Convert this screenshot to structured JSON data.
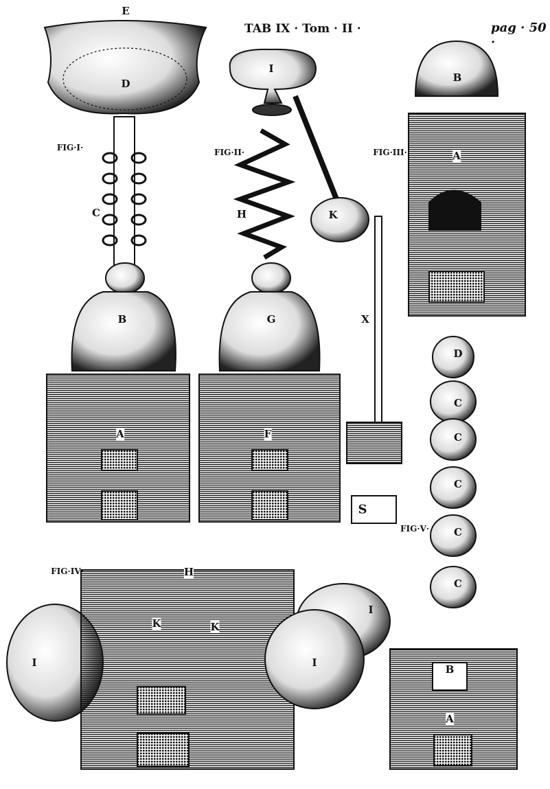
{
  "header": {
    "plate": "TAB IX · Tom · II ·",
    "page": "pag · 50 ·"
  },
  "fig1": {
    "title": "FIG·I·",
    "labels": {
      "E": "E",
      "D": "D",
      "C": "C",
      "B": "B",
      "A": "A"
    }
  },
  "fig2": {
    "title": "FIG·II·",
    "labels": {
      "I": "I",
      "H": "H",
      "G": "G",
      "F": "F",
      "K": "K",
      "X": "X"
    }
  },
  "fig3": {
    "title": "FIG·III·",
    "labels": {
      "B": "B",
      "A": "A"
    }
  },
  "fig4": {
    "title": "FIG·IV·",
    "labels": {
      "H": "H",
      "I_left": "I",
      "K1": "K",
      "K2": "K",
      "I_mid": "I",
      "I_right": "I"
    }
  },
  "fig5": {
    "title": "FIG·V·",
    "labels": {
      "D": "D",
      "C1": "C",
      "C2": "C",
      "C3": "C",
      "C4": "C",
      "C5": "C",
      "B": "B",
      "A": "A"
    }
  },
  "seal": {
    "text": "S"
  },
  "colors": {
    "ink": "#111111",
    "paper": "#ffffff"
  }
}
